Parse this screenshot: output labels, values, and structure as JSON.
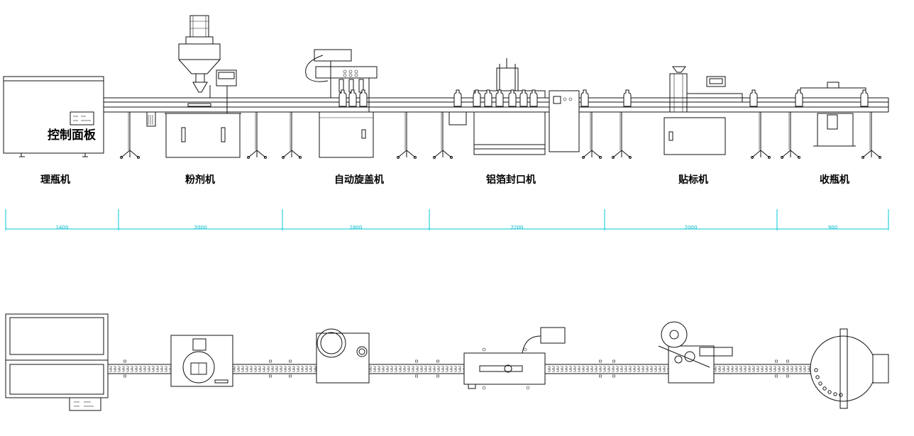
{
  "control_panel_label": "控制面板",
  "machines": [
    {
      "id": "bottle-unscrambler",
      "name": "理瓶机",
      "length": "1400"
    },
    {
      "id": "powder-filler",
      "name": "粉剂机",
      "length": "2000"
    },
    {
      "id": "auto-capper",
      "name": "自动旋盖机",
      "length": "1800"
    },
    {
      "id": "foil-sealer",
      "name": "铝箔封口机",
      "length": "2200"
    },
    {
      "id": "labeler",
      "name": "贴标机",
      "length": "2000"
    },
    {
      "id": "bottle-collector",
      "name": "收瓶机",
      "length": "900"
    }
  ],
  "colors": {
    "line": "#111111",
    "dimension": "#00c8d8",
    "background": "#ffffff"
  }
}
